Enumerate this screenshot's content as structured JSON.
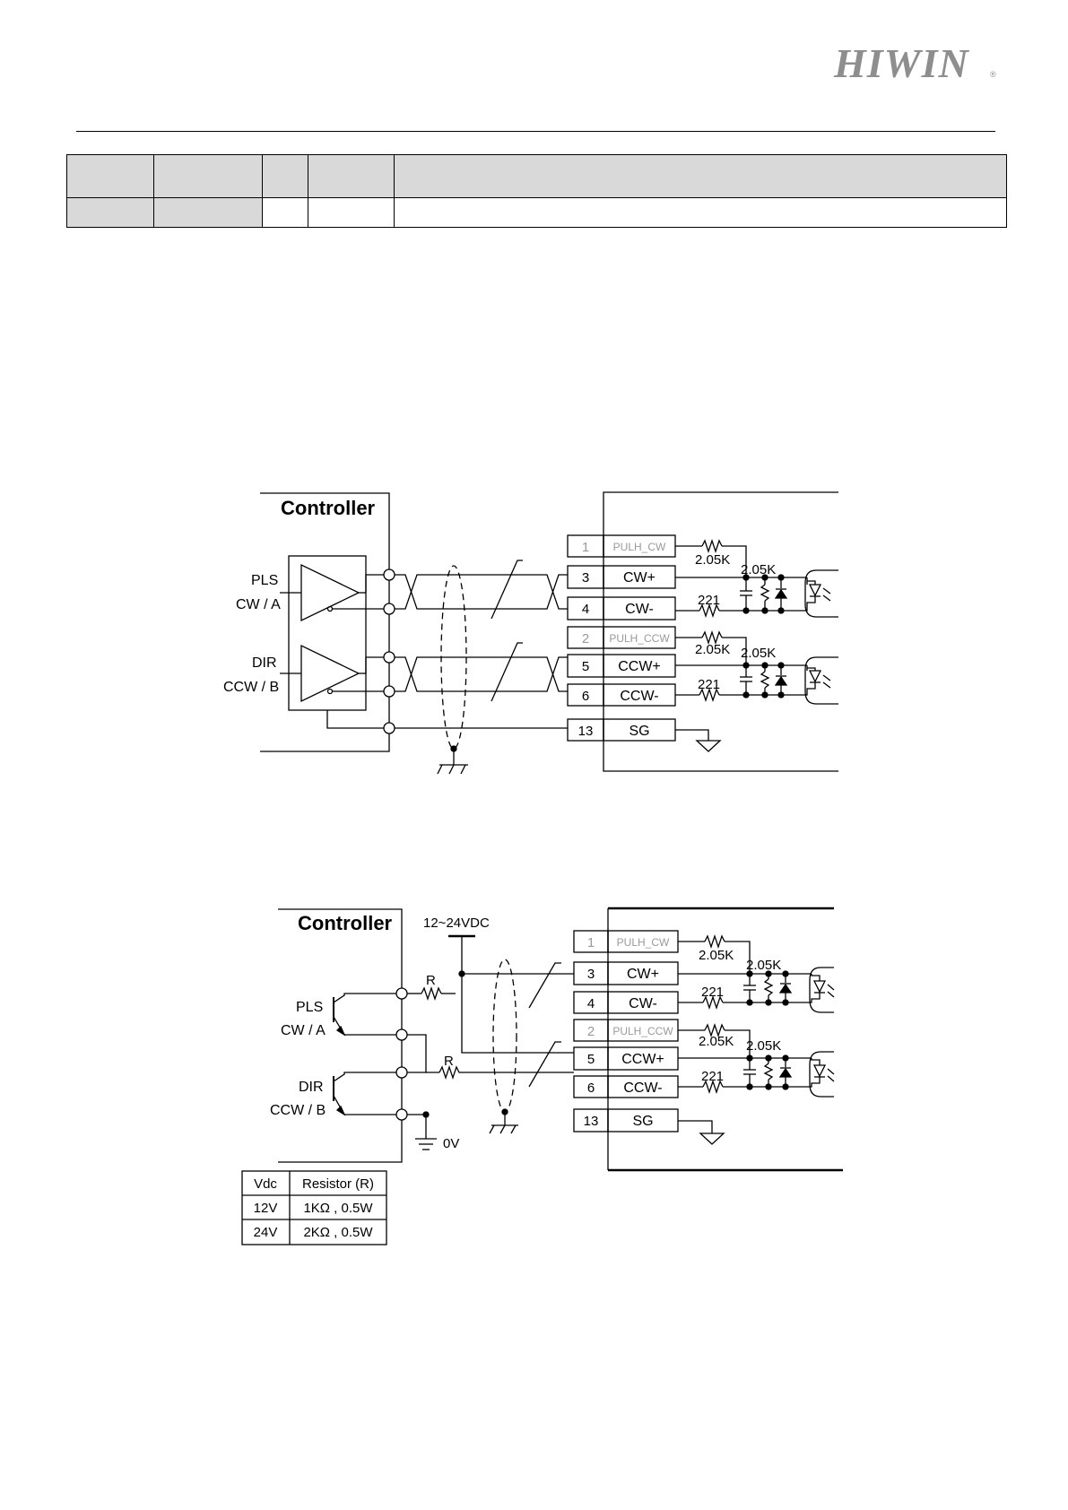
{
  "header": {
    "logo_text": "HIWIN",
    "logo_mark": "®"
  },
  "colors": {
    "logo": "#8e8e8e",
    "table_header": "#d9d9d9",
    "faded_label": "#9a9a9a"
  },
  "diagram_line_driver": {
    "controller_label": "Controller",
    "signal_labels": [
      "PLS",
      "CW / A",
      "DIR",
      "CCW / B"
    ],
    "pins": [
      {
        "num": "1",
        "name": "PULH_CW",
        "faded": true
      },
      {
        "num": "3",
        "name": "CW+",
        "faded": false
      },
      {
        "num": "4",
        "name": "CW-",
        "faded": false
      },
      {
        "num": "2",
        "name": "PULH_CCW",
        "faded": true
      },
      {
        "num": "5",
        "name": "CCW+",
        "faded": false
      },
      {
        "num": "6",
        "name": "CCW-",
        "faded": false
      },
      {
        "num": "13",
        "name": "SG",
        "faded": false
      }
    ],
    "resistor_labels": [
      "2.05K",
      "2.05K",
      "221",
      "2.05K",
      "2.05K",
      "221"
    ]
  },
  "diagram_open_collector": {
    "controller_label": "Controller",
    "supply_label": "12~24VDC",
    "signal_labels": [
      "PLS",
      "CW / A",
      "DIR",
      "CCW / B"
    ],
    "r_labels": [
      "R",
      "R"
    ],
    "ground_label": "0V",
    "pins": [
      {
        "num": "1",
        "name": "PULH_CW",
        "faded": true
      },
      {
        "num": "3",
        "name": "CW+",
        "faded": false
      },
      {
        "num": "4",
        "name": "CW-",
        "faded": false
      },
      {
        "num": "2",
        "name": "PULH_CCW",
        "faded": true
      },
      {
        "num": "5",
        "name": "CCW+",
        "faded": false
      },
      {
        "num": "6",
        "name": "CCW-",
        "faded": false
      },
      {
        "num": "13",
        "name": "SG",
        "faded": false
      }
    ],
    "resistor_labels": [
      "2.05K",
      "2.05K",
      "221",
      "2.05K",
      "2.05K",
      "221"
    ],
    "resistor_table": {
      "headers": [
        "Vdc",
        "Resistor (R)"
      ],
      "rows": [
        [
          "12V",
          "1KΩ , 0.5W"
        ],
        [
          "24V",
          "2KΩ , 0.5W"
        ]
      ]
    }
  }
}
